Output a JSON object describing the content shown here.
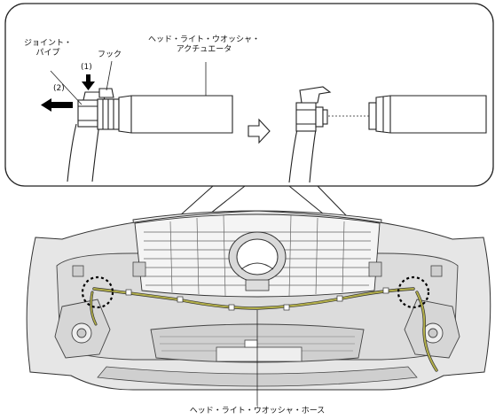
{
  "labels": {
    "joint_pipe_line1": "ジョイント・",
    "joint_pipe_line2": "パイプ",
    "hook": "フック",
    "actuator_line1": "ヘッド・ライト・ウオッシャ・",
    "actuator_line2": "アクチュエータ",
    "hose": "ヘッド・ライト・ウオッシャ・ホース",
    "step1": "(1)",
    "step2": "(2)"
  },
  "colors": {
    "harness": "#b4b04a",
    "detail_circle": "#000000",
    "line": "#222222"
  },
  "icons": {
    "push_down": "arrow-down-icon",
    "pull_left": "arrow-left-icon",
    "next_step": "outline-arrow-right-icon"
  }
}
